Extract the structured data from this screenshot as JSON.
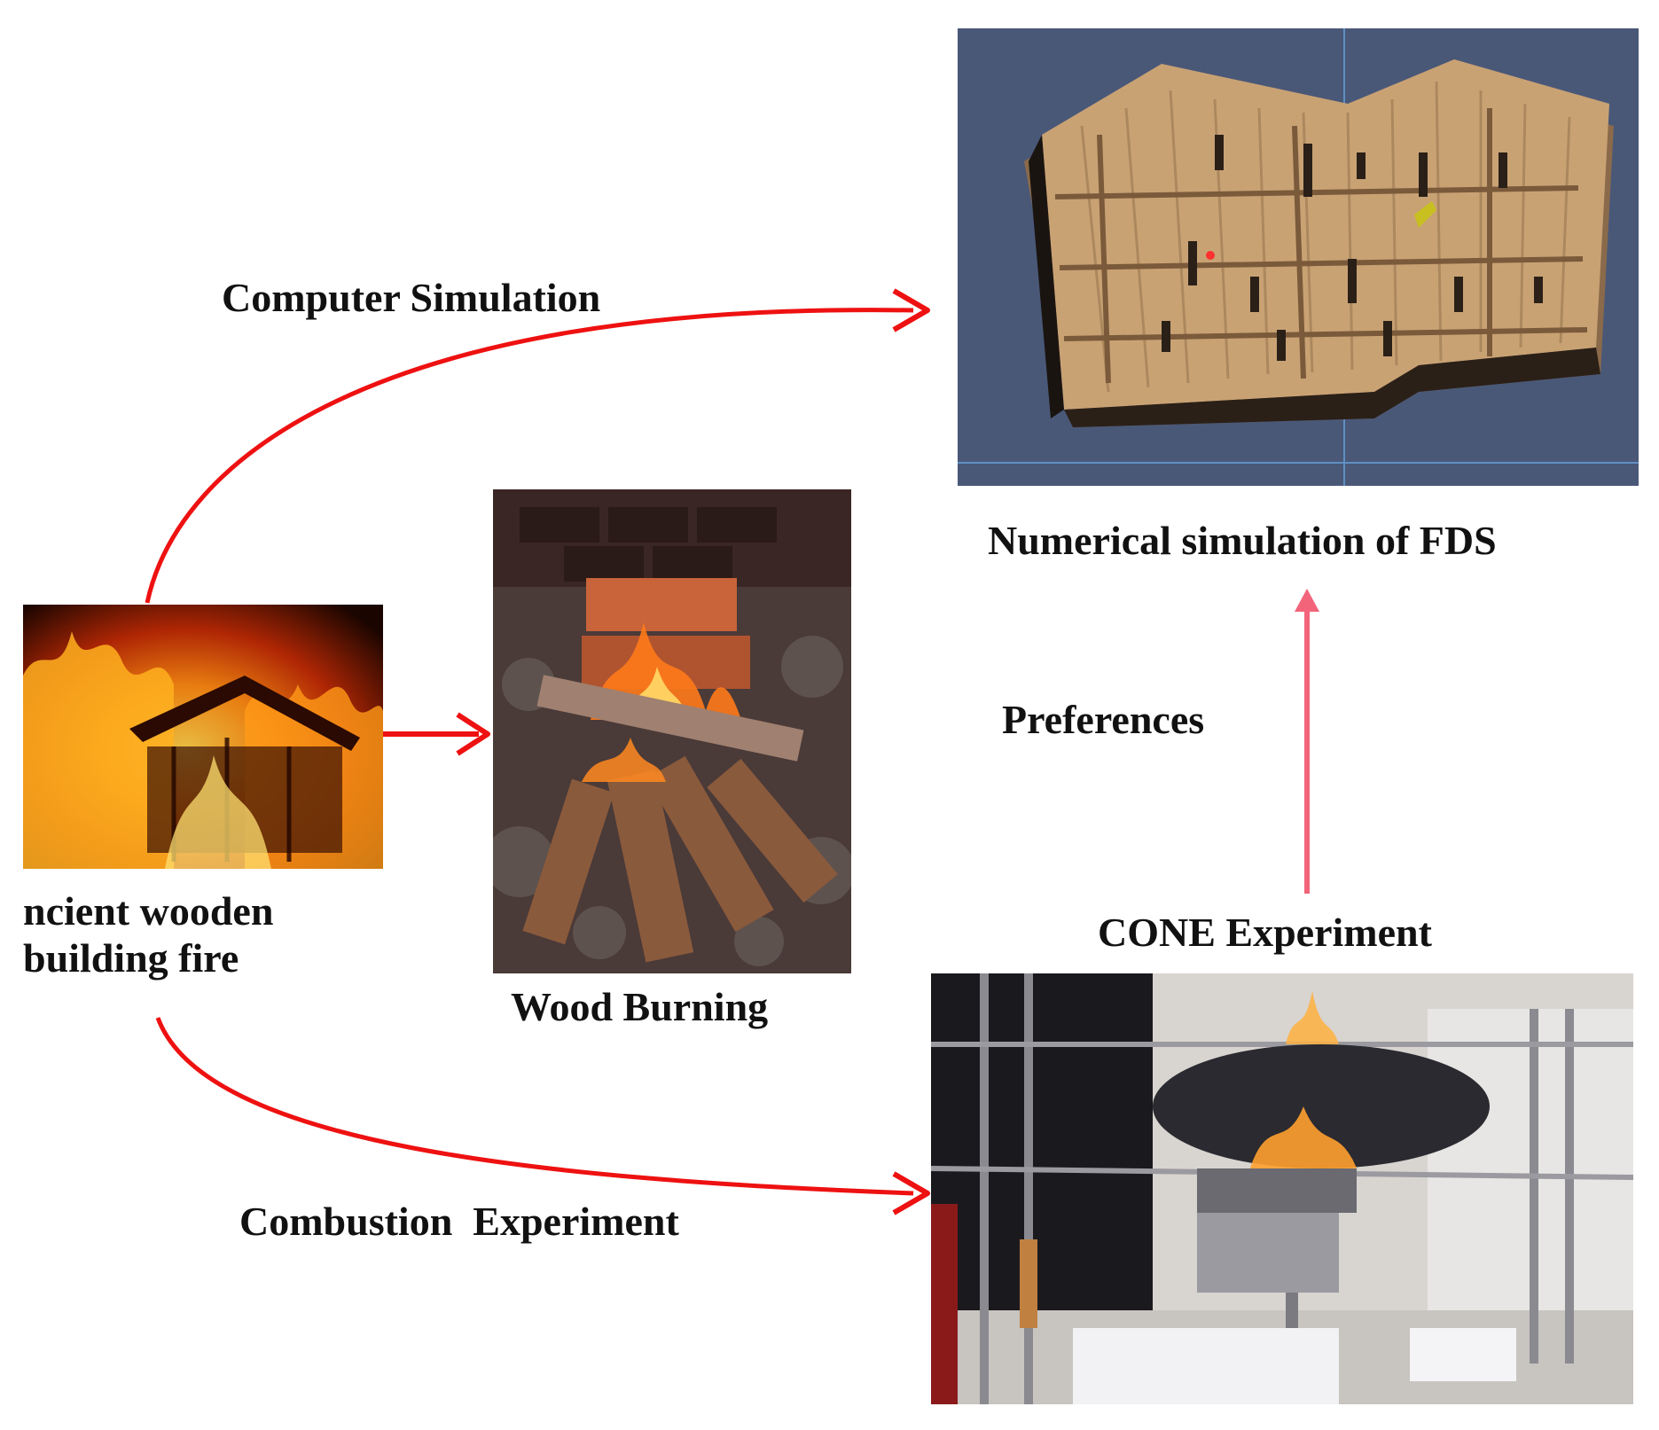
{
  "labels": {
    "computer_simulation": "Computer Simulation",
    "numerical_simulation": "Numerical simulation of FDS",
    "preferences": "Preferences",
    "cone_experiment": "CONE Experiment",
    "combustion_experiment": "Combustion  Experiment",
    "wood_burning": "Wood Burning",
    "building_fire_line1": "ncient wooden",
    "building_fire_line2": "building fire"
  },
  "colors": {
    "arrow_red": "#ee1111",
    "arrow_pink": "#f2647a",
    "sim_background": "#4a5878",
    "wood": "#c49a6c"
  }
}
